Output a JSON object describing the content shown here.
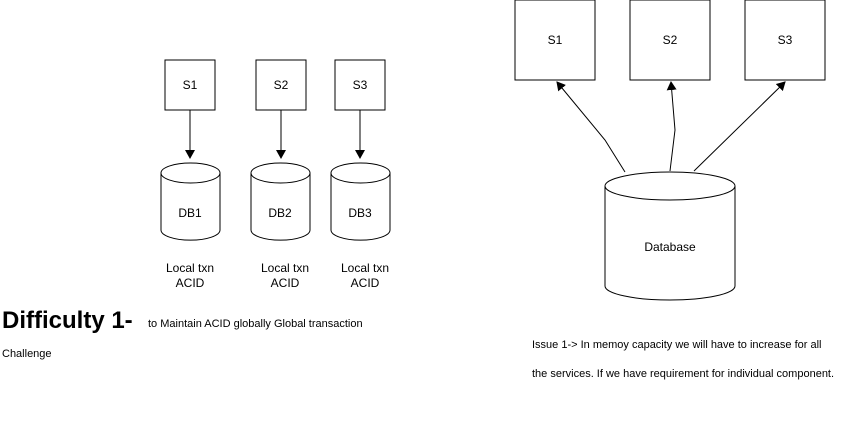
{
  "left": {
    "services": [
      "S1",
      "S2",
      "S3"
    ],
    "databases": [
      "DB1",
      "DB2",
      "DB3"
    ],
    "txn_labels": [
      {
        "line1": "Local txn",
        "line2": "ACID"
      },
      {
        "line1": "Local txn",
        "line2": "ACID"
      },
      {
        "line1": "Local txn",
        "line2": "ACID"
      }
    ]
  },
  "difficulty": {
    "title": "Difficulty 1-",
    "subtitle": "to Maintain ACID globally Global transaction",
    "continuation": "Challenge"
  },
  "right": {
    "services": [
      "S1",
      "S2",
      "S3"
    ],
    "database": "Database"
  },
  "issue": {
    "line1": "Issue 1-> In memoy capacity we will have to increase for all",
    "line2": "the services. If we have requirement for individual component."
  },
  "colors": {
    "stroke": "#000000",
    "background": "#ffffff"
  }
}
